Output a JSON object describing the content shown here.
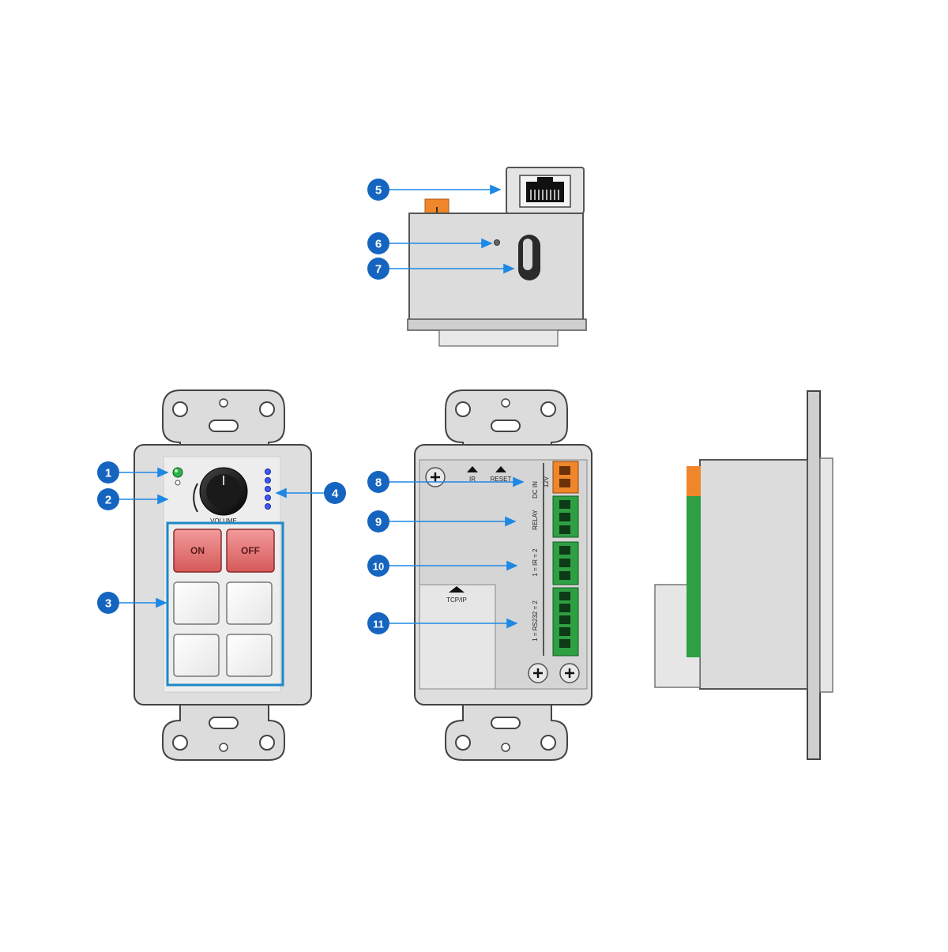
{
  "colors": {
    "callout": "#1565c0",
    "arrow": "#1e88e5",
    "led_green": "#2db34a",
    "led_blue": "#3d5afe",
    "button_red": "#e57373",
    "terminal_green": "#2ea043",
    "terminal_orange": "#f0862a",
    "plate": "#dedede",
    "highlight_box": "#1e88c8"
  },
  "callouts": [
    {
      "num": "1"
    },
    {
      "num": "2"
    },
    {
      "num": "3"
    },
    {
      "num": "4"
    },
    {
      "num": "5"
    },
    {
      "num": "6"
    },
    {
      "num": "7"
    },
    {
      "num": "8"
    },
    {
      "num": "9"
    },
    {
      "num": "10"
    },
    {
      "num": "11"
    }
  ],
  "front": {
    "knob_label": "VOLUME",
    "buttons": [
      "ON",
      "OFF"
    ]
  },
  "rear": {
    "port_labels": [
      "IR",
      "RESET"
    ],
    "tcpip_label": "TCP/IP",
    "side_labels": [
      "DC IN",
      "12V",
      "RELAY",
      "1 = IR = 2",
      "1 = RS232 = 2"
    ]
  },
  "icons": [
    "led-icon",
    "volume-knob-icon",
    "rj45-port-icon",
    "screw-icon",
    "arrow-up-icon"
  ]
}
